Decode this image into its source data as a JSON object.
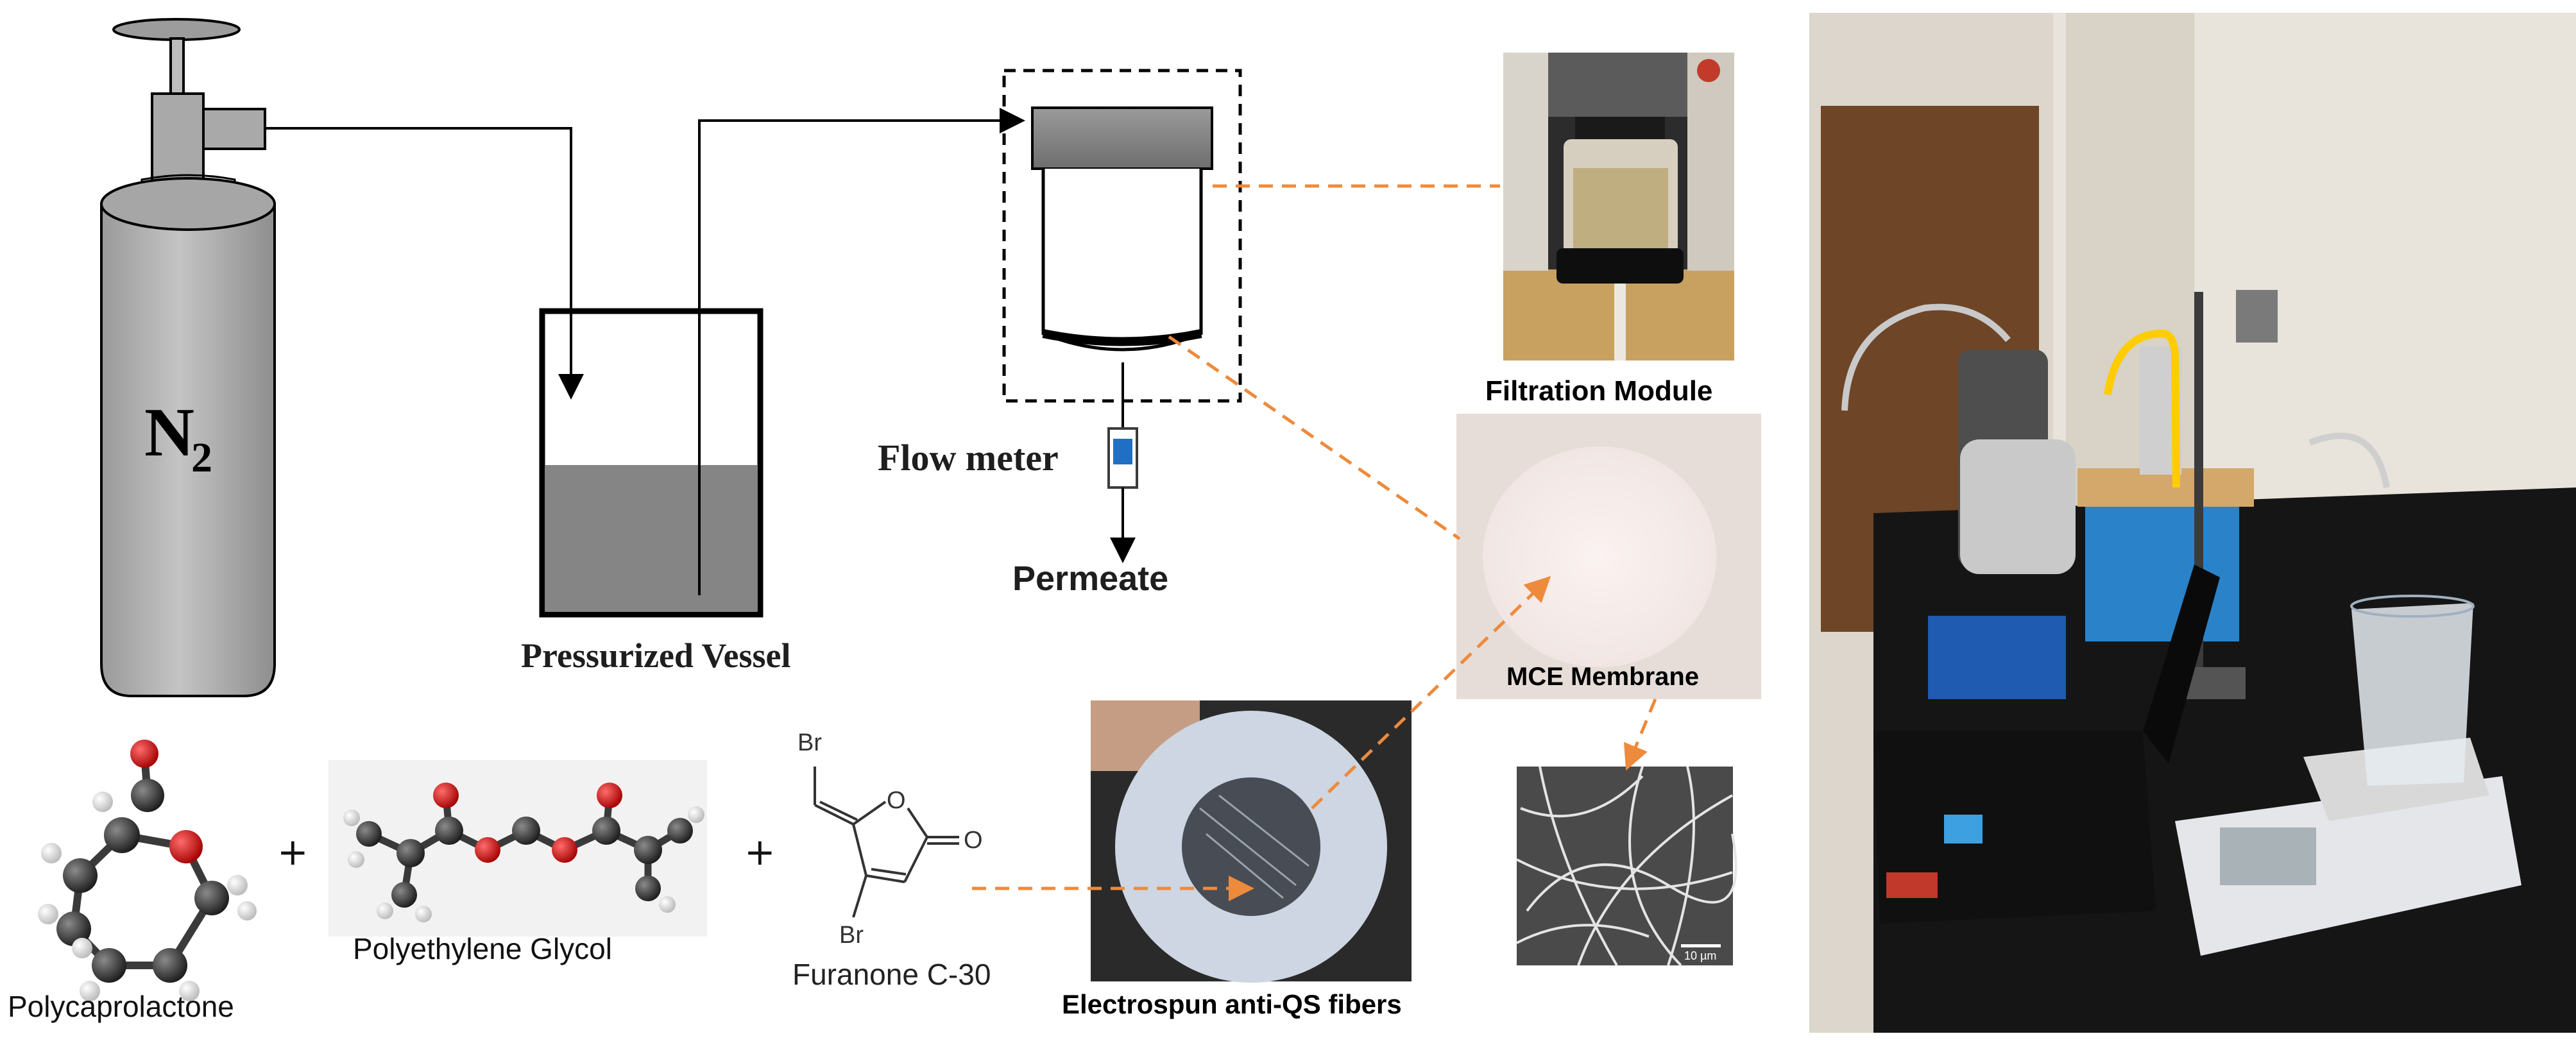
{
  "gas": {
    "symbol": "N",
    "subscript": "2"
  },
  "labels": {
    "pressurized_vessel": "Pressurized Vessel",
    "flow_meter": "Flow meter",
    "permeate": "Permeate",
    "filtration_module": "Filtration Module",
    "mce_membrane": "MCE Membrane",
    "electrospun": "Electrospun anti-QS fibers"
  },
  "molecules": {
    "pcl": "Polycaprolactone",
    "peg": "Polyethylene  Glycol",
    "furanone": "Furanone C-30",
    "br_top": "Br",
    "br_bottom": "Br",
    "oxygen_ring": "O",
    "oxygen_carbonyl": "O",
    "plus": "+"
  },
  "sem": {
    "scale_bar": "10 µm"
  },
  "colors": {
    "accent_orange": "#ee8a3c",
    "cylinder_gray": "#b8b8b8",
    "liquid_gray": "#858585",
    "flowmeter_blue": "#1f6fc4"
  }
}
